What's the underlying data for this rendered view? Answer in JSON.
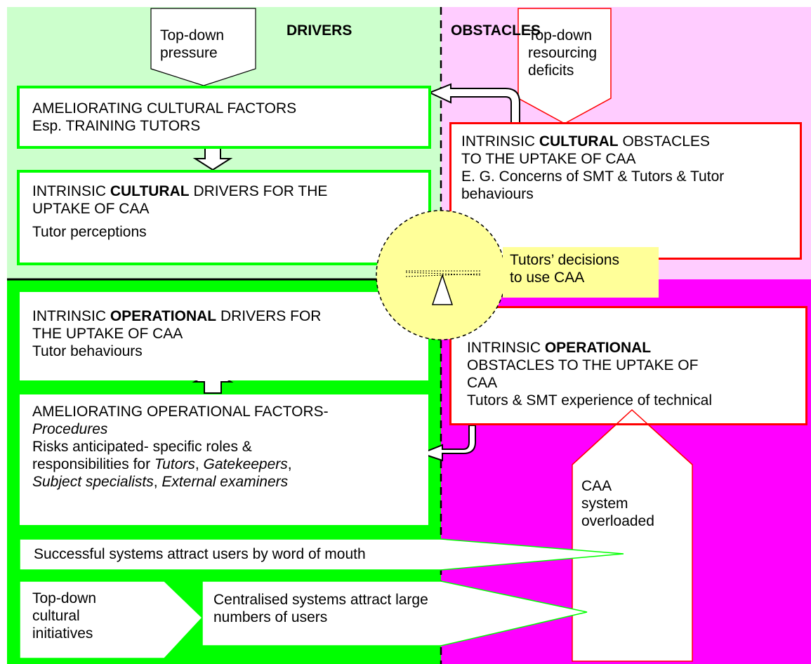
{
  "headers": {
    "drivers": "DRIVERS",
    "obstacles": "OBSTACLES"
  },
  "arrows": {
    "top_down_pressure": [
      "Top-down",
      "pressure"
    ],
    "top_down_resourcing": [
      "Top-down",
      "resourcing",
      "deficits"
    ],
    "caa_overloaded": [
      "CAA",
      "system",
      "overloaded"
    ],
    "word_of_mouth": "Successful systems attract users by word of mouth",
    "top_down_cultural": [
      "Top-down",
      "cultural",
      "initiatives"
    ],
    "centralised": [
      "Centralised systems attract large",
      "numbers of users"
    ]
  },
  "boxes": {
    "ameliorating_cultural": {
      "line1": "AMELIORATING CULTURAL FACTORS",
      "line2": "Esp. TRAINING TUTORS"
    },
    "cultural_drivers": {
      "pre": "INTRINSIC ",
      "bold": "CULTURAL",
      "post": " DRIVERS FOR THE",
      "line2": "UPTAKE OF CAA",
      "line3": "Tutor perceptions"
    },
    "cultural_obstacles": {
      "pre": "INTRINSIC ",
      "bold": "CULTURAL",
      "post": " OBSTACLES",
      "line2": "TO THE UPTAKE OF CAA",
      "line3": "E. G. Concerns of SMT & Tutors & Tutor",
      "line4": "behaviours"
    },
    "operational_drivers": {
      "pre": "INTRINSIC ",
      "bold": "OPERATIONAL",
      "post": " DRIVERS FOR",
      "line2": "THE UPTAKE OF CAA",
      "line3": "Tutor behaviours"
    },
    "ameliorating_operational": {
      "line1": "AMELIORATING OPERATIONAL FACTORS-",
      "line2": "Procedures",
      "line3": "Risks anticipated- specific roles &",
      "line4_pre": "responsibilities for ",
      "line4_i1": "Tutors",
      "line4_mid": ", ",
      "line4_i2": "Gatekeepers",
      "line4_end": ",",
      "line5_i1": "Subject specialists",
      "line5_mid": ", ",
      "line5_i2": "External examiners"
    },
    "operational_obstacles": {
      "pre": "INTRINSIC ",
      "bold": "OPERATIONAL",
      "line2": "OBSTACLES TO THE UPTAKE OF",
      "line3": "CAA",
      "line4": "Tutors & SMT experience of technical"
    }
  },
  "balance": {
    "label_line1": "Tutors’ decisions",
    "label_line2": "to use CAA"
  },
  "colors": {
    "light_green": "#ccffcc",
    "green": "#00ff00",
    "light_pink": "#ffccff",
    "magenta": "#ff00ff",
    "red": "#ff0000",
    "yellow": "#ffff99"
  }
}
